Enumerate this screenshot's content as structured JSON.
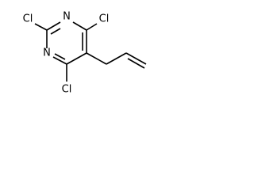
{
  "molecule": {
    "atoms": {
      "cl_top_left": "Cl",
      "n_top": "N",
      "cl_top_right": "Cl",
      "n_left": "N",
      "cl_bottom": "Cl"
    },
    "colors": {
      "bond": "#000000",
      "label": "#000000",
      "background": "#ffffff"
    }
  }
}
